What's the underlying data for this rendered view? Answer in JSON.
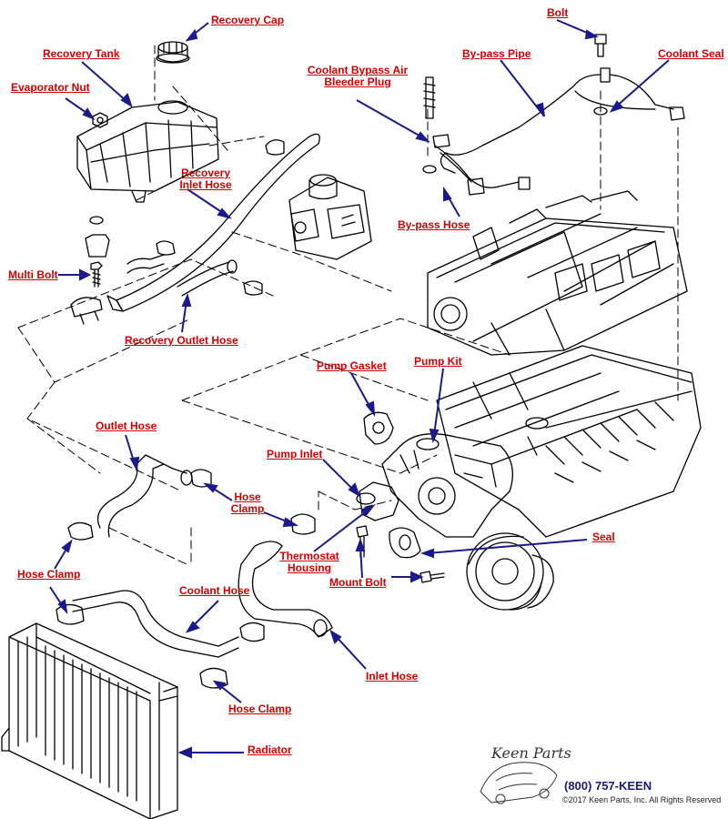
{
  "labels": {
    "recovery_cap": "Recovery Cap",
    "bolt": "Bolt",
    "recovery_tank": "Recovery Tank",
    "bypass_pipe": "By-pass Pipe",
    "coolant_seal": "Coolant Seal",
    "evaporator_nut": "Evaporator Nut",
    "coolant_bypass_air_line1": "Coolant Bypass Air",
    "coolant_bypass_air_line2": "Bleeder Plug",
    "recovery_inlet_line1": "Recovery",
    "recovery_inlet_line2": "Inlet Hose",
    "bypass_hose": "By-pass Hose",
    "multi_bolt": "Multi Bolt",
    "recovery_outlet_hose": "Recovery Outlet Hose",
    "pump_gasket": "Pump Gasket",
    "pump_kit": "Pump Kit",
    "outlet_hose": "Outlet Hose",
    "pump_inlet": "Pump Inlet",
    "hose_clamp_mid_line1": "Hose",
    "hose_clamp_mid_line2": "Clamp",
    "seal": "Seal",
    "thermostat_line1": "Thermostat",
    "thermostat_line2": "Housing",
    "mount_bolt": "Mount Bolt",
    "hose_clamp_left": "Hose Clamp",
    "coolant_hose": "Coolant Hose",
    "inlet_hose": "Inlet Hose",
    "hose_clamp_bottom": "Hose Clamp",
    "radiator": "Radiator"
  },
  "branding": {
    "logo_text": "Keen Parts",
    "phone": "(800) 757-KEEN",
    "copyright": "©2017 Keen Parts, Inc. All Rights Reserved"
  },
  "colors": {
    "label": "#d40000",
    "leader": "#1a1a8c",
    "linework": "#000000"
  }
}
